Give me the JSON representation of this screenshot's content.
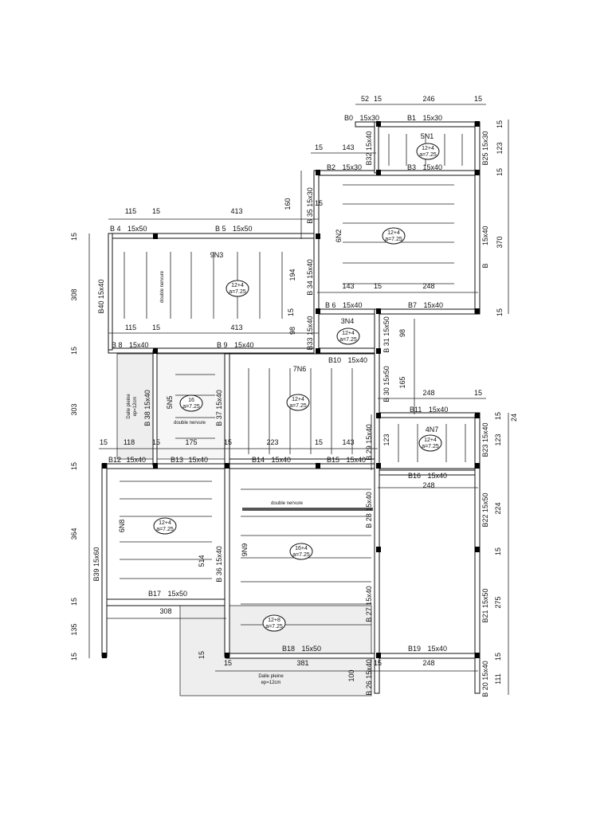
{
  "plan": {
    "beams": [
      {
        "id": "b0",
        "name": "B0",
        "section": "15x30"
      },
      {
        "id": "b1",
        "name": "B1",
        "section": "15x30"
      },
      {
        "id": "b2",
        "name": "B2",
        "section": "15x30"
      },
      {
        "id": "b3",
        "name": "B3",
        "section": "15x40"
      },
      {
        "id": "b4",
        "name": "B 4",
        "section": "15x50"
      },
      {
        "id": "b5",
        "name": "B 5",
        "section": "15x50"
      },
      {
        "id": "b6",
        "name": "B 6",
        "section": "15x40"
      },
      {
        "id": "b7",
        "name": "B7",
        "section": "15x40"
      },
      {
        "id": "b8",
        "name": "B 8",
        "section": "15x40"
      },
      {
        "id": "b9",
        "name": "B 9",
        "section": "15x40"
      },
      {
        "id": "b10",
        "name": "B10",
        "section": "15x40"
      },
      {
        "id": "b11",
        "name": "B11",
        "section": "15x40"
      },
      {
        "id": "b12",
        "name": "B12",
        "section": "15x40"
      },
      {
        "id": "b13",
        "name": "B13",
        "section": "15x40"
      },
      {
        "id": "b14",
        "name": "B14",
        "section": "15x40"
      },
      {
        "id": "b15",
        "name": "B15",
        "section": "15x40"
      },
      {
        "id": "b16",
        "name": "B16",
        "section": "15x40"
      },
      {
        "id": "b17",
        "name": "B17",
        "section": "15x50"
      },
      {
        "id": "b18",
        "name": "B18",
        "section": "15x50"
      },
      {
        "id": "b19",
        "name": "B19",
        "section": "15x40"
      }
    ],
    "vertical_beams": [
      {
        "id": "b20",
        "name": "B 20",
        "section": "15x40"
      },
      {
        "id": "b21",
        "name": "B21",
        "section": "15x50"
      },
      {
        "id": "b22",
        "name": "B22",
        "section": "15x50"
      },
      {
        "id": "b23",
        "name": "B23",
        "section": "15x40"
      },
      {
        "id": "b25",
        "name": "B25",
        "section": "15x30"
      },
      {
        "id": "bside",
        "name": "B",
        "section": "15x40"
      },
      {
        "id": "b26",
        "name": "B 26",
        "section": "15x40"
      },
      {
        "id": "b27",
        "name": "B 27",
        "section": "15x40"
      },
      {
        "id": "b28",
        "name": "B 28",
        "section": "15x40"
      },
      {
        "id": "b29",
        "name": "B 29",
        "section": "15x40"
      },
      {
        "id": "b30",
        "name": "B 30",
        "section": "15x50"
      },
      {
        "id": "b31",
        "name": "B 31",
        "section": "15x50"
      },
      {
        "id": "b32",
        "name": "B32",
        "section": "15x40"
      },
      {
        "id": "b33",
        "name": "B33",
        "section": "15x40"
      },
      {
        "id": "b34",
        "name": "B 34",
        "section": "15x40"
      },
      {
        "id": "b35",
        "name": "B 35",
        "section": "15x30"
      },
      {
        "id": "b36",
        "name": "B 36",
        "section": "15x40"
      },
      {
        "id": "b37",
        "name": "B 37",
        "section": "15x40"
      },
      {
        "id": "b38",
        "name": "B 38",
        "section": "15x40"
      },
      {
        "id": "b39",
        "name": "B39",
        "section": "15x60"
      },
      {
        "id": "b40",
        "name": "B40",
        "section": "15x40"
      }
    ],
    "panels": [
      {
        "id": "p5n1",
        "label": "5N1",
        "badge_top": "12+4",
        "badge_bottom": "a=7.25"
      },
      {
        "id": "p6n2",
        "label": "6N2",
        "badge_top": "12+4",
        "badge_bottom": "a=7.25"
      },
      {
        "id": "p9n3",
        "label": "9N3",
        "badge_top": "12+4",
        "badge_bottom": "a=7.25"
      },
      {
        "id": "p3n4",
        "label": "3N4",
        "badge_top": "12+4",
        "badge_bottom": "a=7.25"
      },
      {
        "id": "p5n5",
        "label": "5N5",
        "badge_top": "16",
        "badge_bottom": "a=7.25"
      },
      {
        "id": "p7n6",
        "label": "7N6",
        "badge_top": "12+4",
        "badge_bottom": "a=7.25"
      },
      {
        "id": "p4n7",
        "label": "4N7",
        "badge_top": "12+4",
        "badge_bottom": "a=7.25"
      },
      {
        "id": "p6n8",
        "label": "6N8",
        "badge_top": "12+4",
        "badge_bottom": "a=7.25"
      },
      {
        "id": "p9n9",
        "label": "9N9",
        "badge_top": "16+4",
        "badge_bottom": "a=7.25"
      },
      {
        "id": "pbot",
        "label": "",
        "badge_top": "12+8",
        "badge_bottom": "a=7.25"
      }
    ],
    "notes": {
      "double_nervure": "double nervure",
      "dalle_pleine": "Dalle pleine",
      "dalle_ep": "ep=12cm"
    },
    "dims": {
      "top": [
        "52",
        "15",
        "246",
        "15"
      ],
      "row2": [
        "15",
        "143"
      ],
      "row3": [
        "115",
        "15",
        "413"
      ],
      "mid": [
        "143",
        "15",
        "248"
      ],
      "mid2": [
        "115",
        "15",
        "413"
      ],
      "row5": [
        "15",
        "118",
        "15",
        "175",
        "15",
        "223",
        "15",
        "143"
      ],
      "right_mid": [
        "248",
        "15"
      ],
      "right_low": [
        "248"
      ],
      "bottom": [
        "308",
        "15",
        "381",
        "15",
        "248"
      ],
      "left": [
        "15",
        "308",
        "15",
        "303",
        "15",
        "364",
        "15",
        "135",
        "15"
      ],
      "right": [
        "15",
        "123",
        "15",
        "370",
        "15"
      ],
      "right_lower": [
        "15",
        "24",
        "123",
        "224",
        "15",
        "275",
        "15",
        "111"
      ],
      "inner": [
        "160",
        "15",
        "194",
        "98",
        "15",
        "98",
        "165",
        "123",
        "514",
        "100",
        "15"
      ]
    }
  }
}
